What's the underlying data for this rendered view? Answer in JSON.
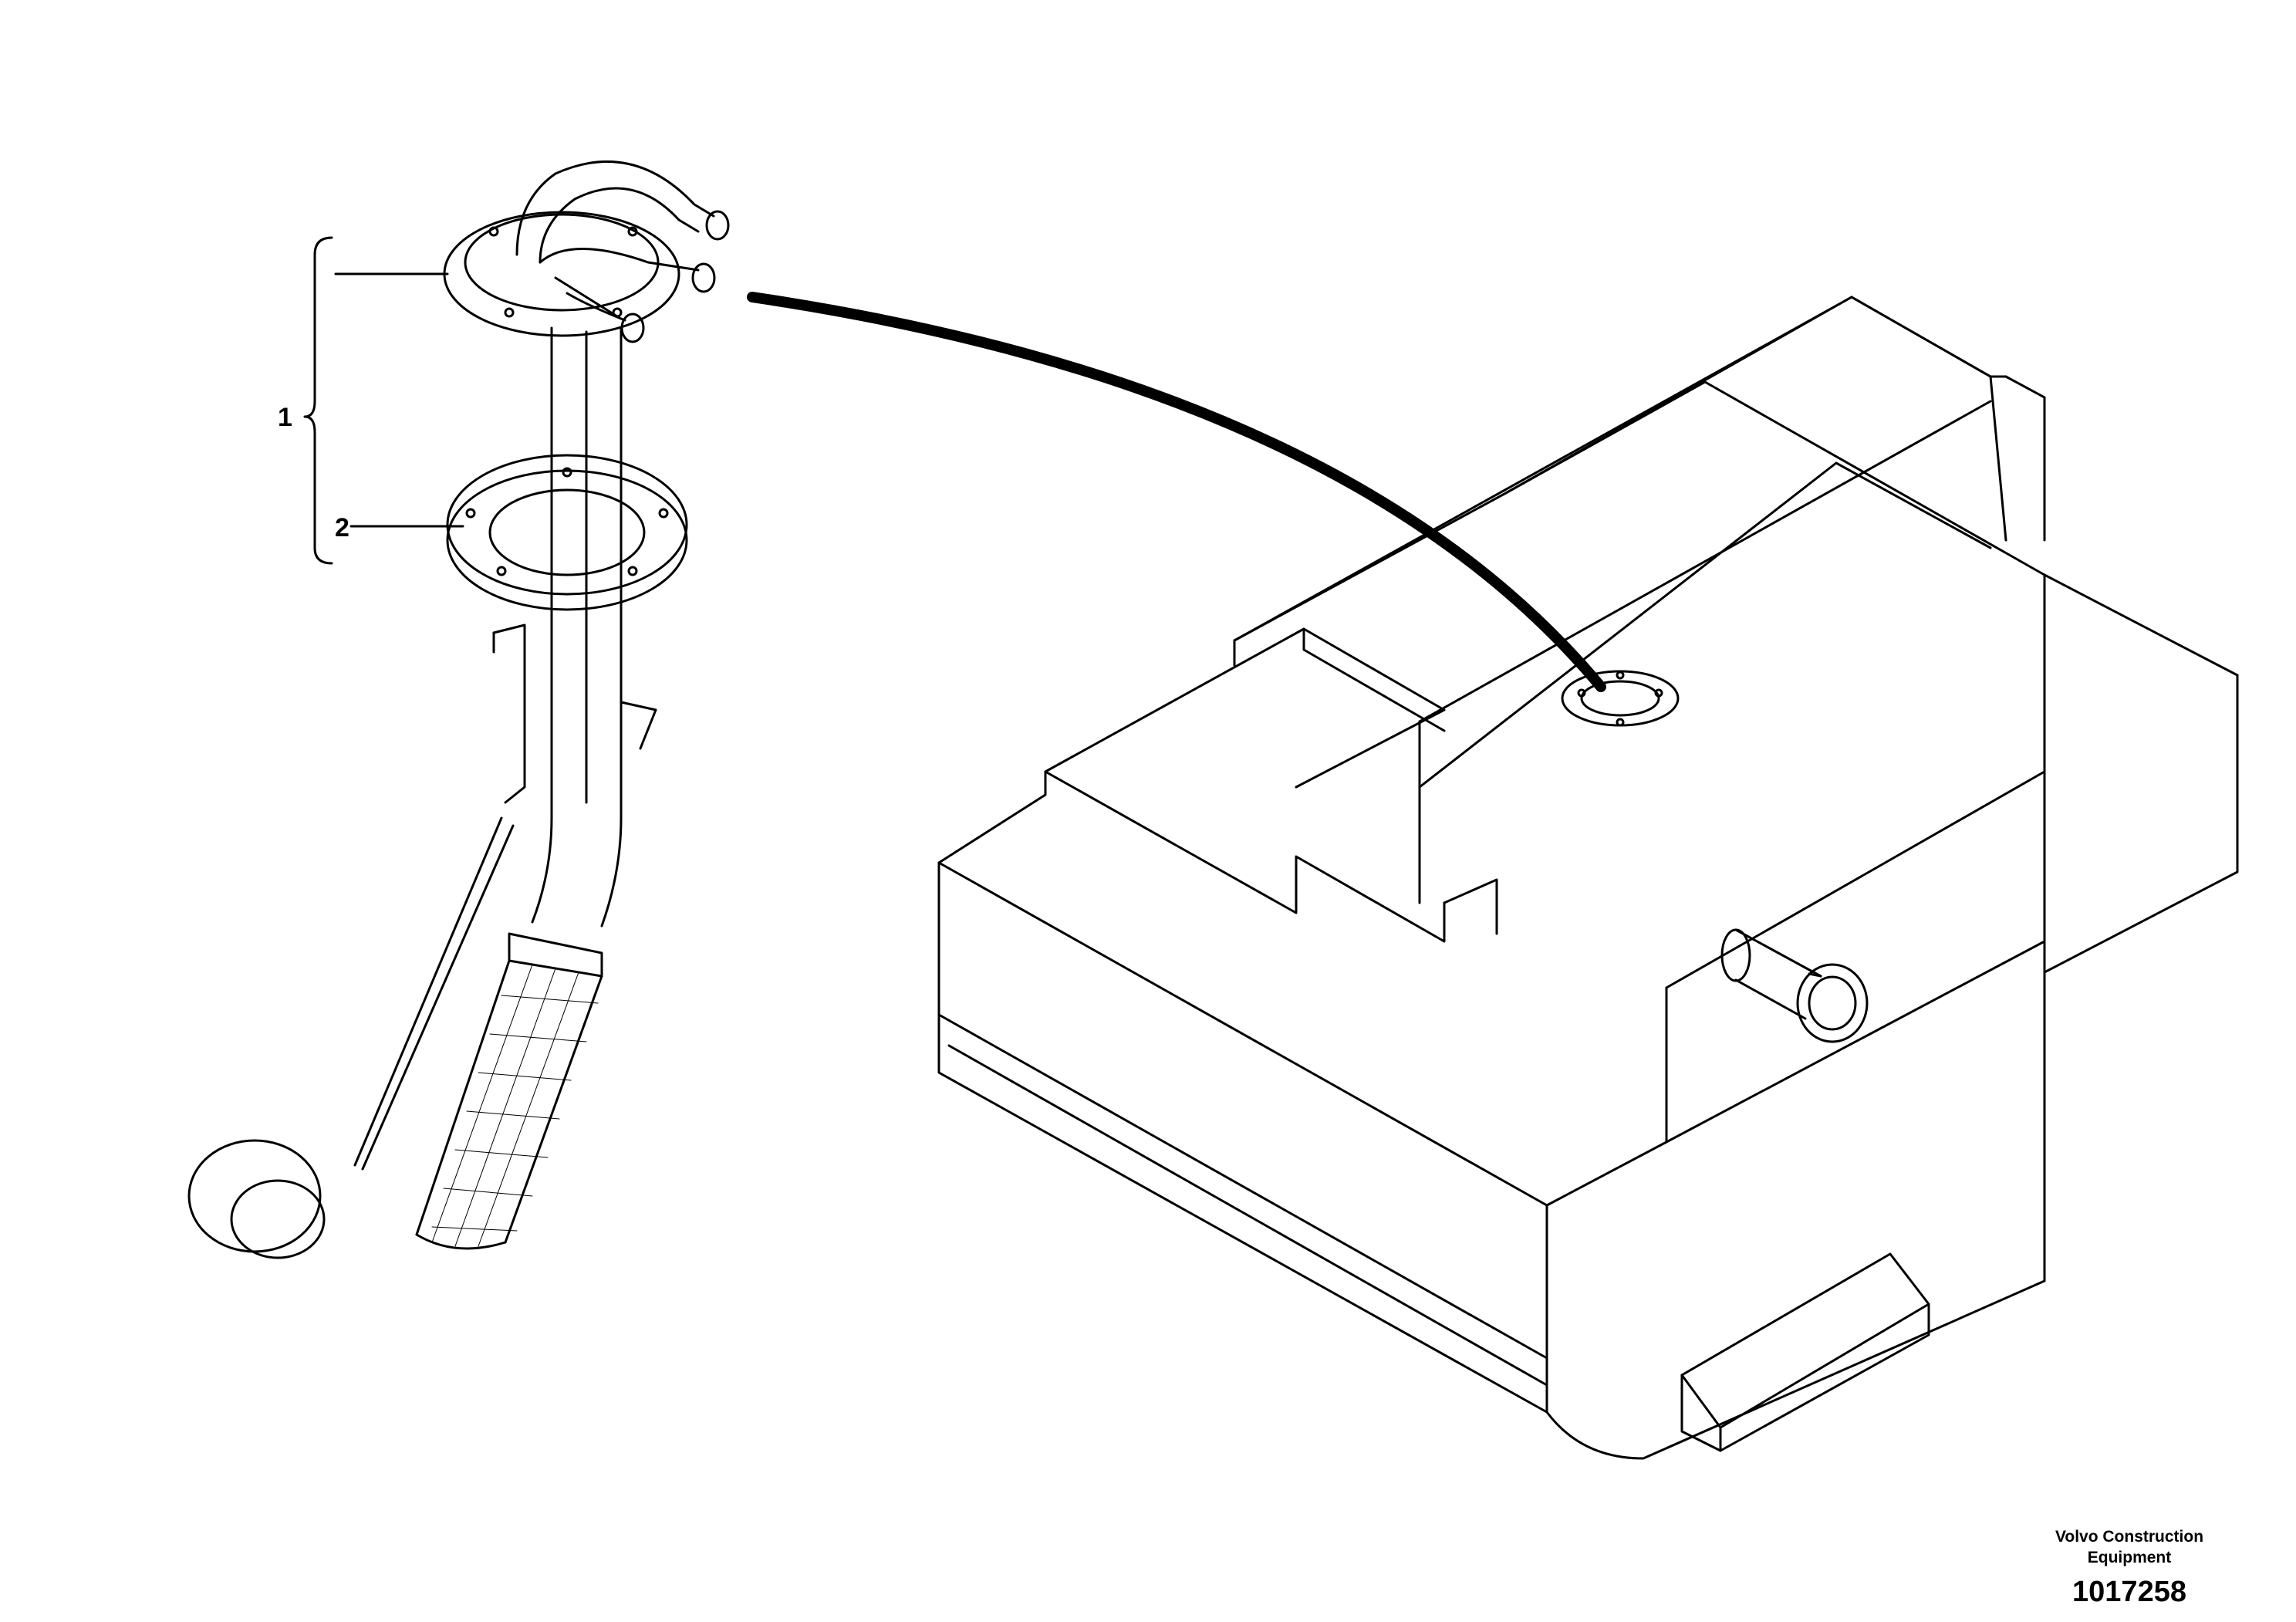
{
  "callouts": [
    {
      "label": "1"
    },
    {
      "label": "2"
    }
  ],
  "footer": {
    "company_line1": "Volvo Construction",
    "company_line2": "Equipment",
    "document_number": "1017258"
  },
  "colors": {
    "ink": "#000000",
    "paper": "#ffffff"
  }
}
